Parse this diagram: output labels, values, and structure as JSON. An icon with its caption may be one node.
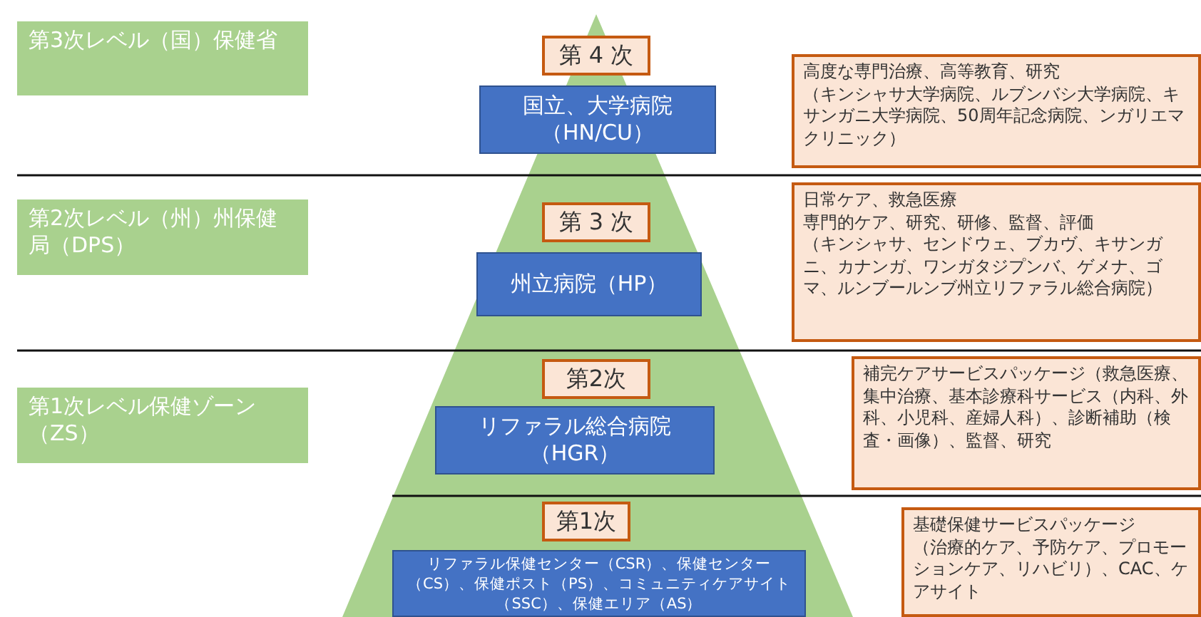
{
  "diagram": {
    "nodes": [
      {
        "text": [
          "第3次レベル（国）保健省"
        ]
      },
      {
        "text": [
          "第2次レベル（州）州保健局（DPS）"
        ]
      },
      {
        "text": [
          "第1次レベル保健ゾーン（ZS）"
        ]
      },
      {
        "text": [
          "第 4 次"
        ]
      },
      {
        "text": [
          "国立、大学病院（HN/CU）"
        ]
      },
      {
        "text": [
          "高度な専門治療、高等教育、研究",
          "（キンシャサ大学病院、ルブンバシ大学病院、キサンガニ大学病院、50周年記念病院、ンガリエマクリニック）"
        ]
      },
      {
        "text": [
          "第 3 次"
        ]
      },
      {
        "text": [
          "州立病院（HP）"
        ]
      },
      {
        "text": [
          "日常ケア、救急医療",
          "専門的ケア、研究、研修、監督、評価",
          "（キンシャサ、センドウェ、ブカヴ、キサンガニ、カナンガ、ワンガタジプンバ、ゲメナ、ゴマ、ルンブールンブ州立リファラル総合病院）"
        ]
      },
      {
        "text": [
          "第2次"
        ]
      },
      {
        "text": [
          "リファラル総合病院（HGR）"
        ]
      },
      {
        "text": [
          "補完ケアサービスパッケージ（救急医療、集中治療、基本診療科サービス（内科、外科、小児科、産婦人科）、診断補助（検査・画像）、監督、研究"
        ]
      },
      {
        "text": [
          "第1次"
        ]
      },
      {
        "text": [
          "リファラル保健センター（CSR）、保健センター（CS）、保健ポスト（PS）、コミュニティケアサイト（SSC）、保健エリア（AS）"
        ]
      },
      {
        "text": [
          "基礎保健サービスパッケージ",
          "（治療的ケア、予防ケア、プロモーションケア、リハビリ）、CAC、ケアサイト"
        ]
      }
    ]
  }
}
